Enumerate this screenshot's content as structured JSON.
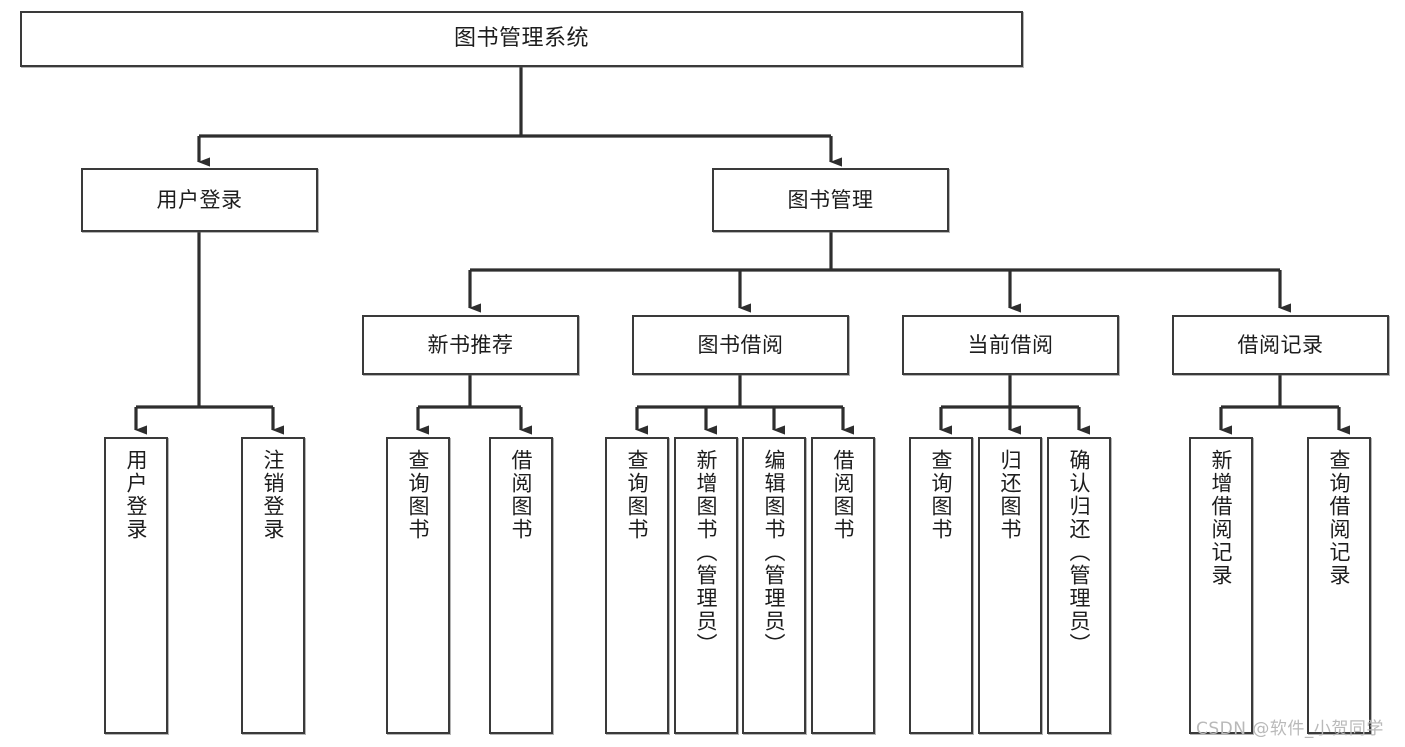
{
  "diagram": {
    "title": "图书管理系统",
    "type": "tree-hierarchy",
    "orientation": "top-down",
    "line_color": "#3a3a3a",
    "box_fill": "#ffffff",
    "text_color": "#1d1d1d"
  },
  "nodes": {
    "root": {
      "label": "图书管理系统",
      "level": 1
    },
    "level2": [
      {
        "id": "user-login",
        "label": "用户登录",
        "level": 2
      },
      {
        "id": "book-manage",
        "label": "图书管理",
        "level": 2
      }
    ],
    "level3": [
      {
        "id": "new-book-recommend",
        "label": "新书推荐",
        "level": 3,
        "parent": "book-manage"
      },
      {
        "id": "book-borrow",
        "label": "图书借阅",
        "level": 3,
        "parent": "book-manage"
      },
      {
        "id": "current-borrow",
        "label": "当前借阅",
        "level": 3,
        "parent": "book-manage"
      },
      {
        "id": "borrow-record",
        "label": "借阅记录",
        "level": 3,
        "parent": "book-manage"
      }
    ],
    "leaves": [
      {
        "id": "leaf-user-login",
        "label": "用户登录",
        "parent": "user-login"
      },
      {
        "id": "leaf-user-logout",
        "label": "注销登录",
        "parent": "user-login"
      },
      {
        "id": "leaf-query-book-1",
        "label": "查询图书",
        "parent": "new-book-recommend"
      },
      {
        "id": "leaf-borrow-book-1",
        "label": "借阅图书",
        "parent": "new-book-recommend"
      },
      {
        "id": "leaf-query-book-2",
        "label": "查询图书",
        "parent": "book-borrow"
      },
      {
        "id": "leaf-add-book",
        "label": "新增图书（管理员）",
        "parent": "book-borrow"
      },
      {
        "id": "leaf-edit-book",
        "label": "编辑图书（管理员）",
        "parent": "book-borrow"
      },
      {
        "id": "leaf-borrow-book-2",
        "label": "借阅图书",
        "parent": "book-borrow"
      },
      {
        "id": "leaf-query-book-3",
        "label": "查询图书",
        "parent": "current-borrow"
      },
      {
        "id": "leaf-return-book",
        "label": "归还图书",
        "parent": "current-borrow"
      },
      {
        "id": "leaf-confirm-return",
        "label": "确认归还（管理员）",
        "parent": "current-borrow"
      },
      {
        "id": "leaf-add-record",
        "label": "新增借阅记录",
        "parent": "borrow-record"
      },
      {
        "id": "leaf-query-record",
        "label": "查询借阅记录",
        "parent": "borrow-record"
      }
    ]
  },
  "watermark": {
    "text": "CSDN @软件_小贺同学"
  }
}
